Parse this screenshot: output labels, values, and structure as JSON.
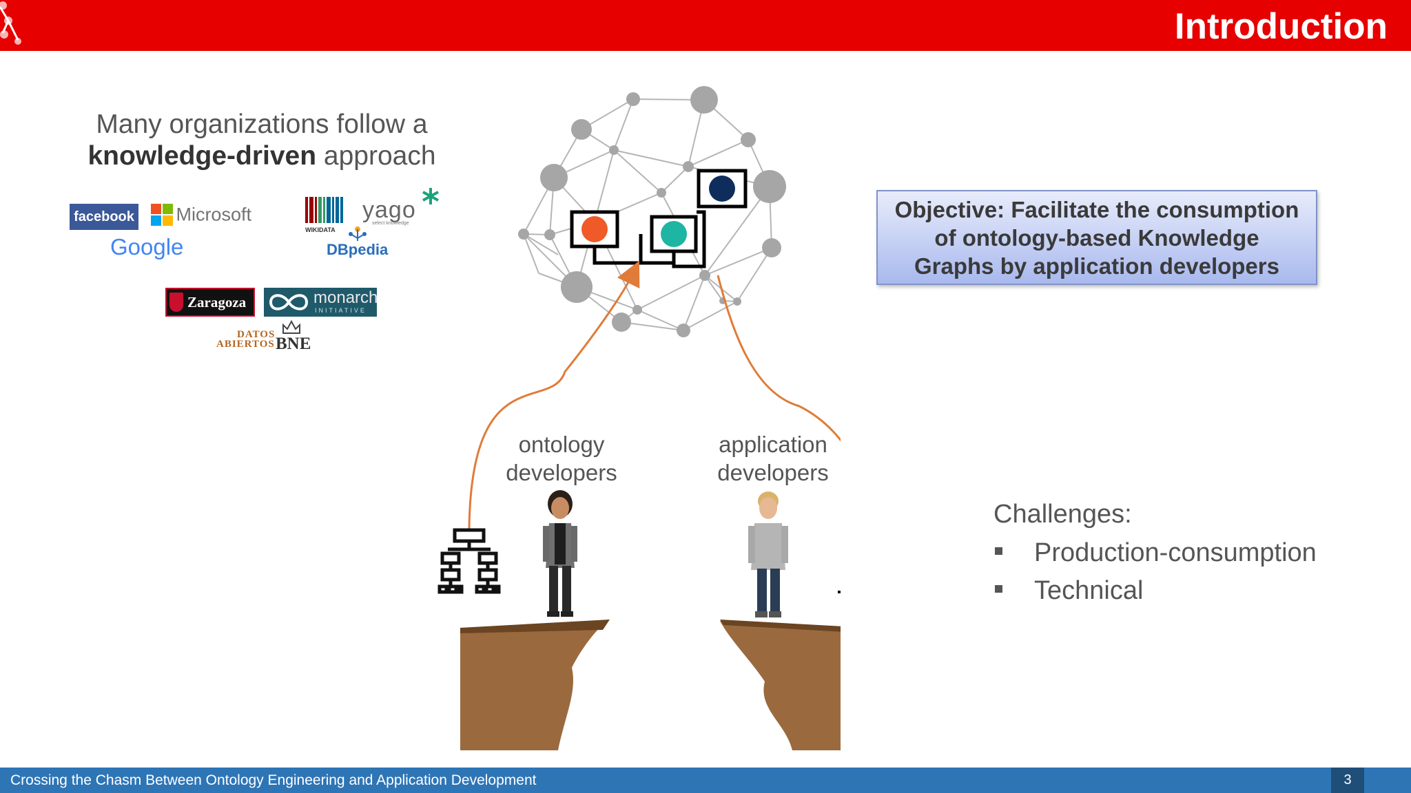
{
  "header": {
    "title": "Introduction"
  },
  "intro": {
    "line1": "Many organizations follow a",
    "bold": "knowledge-driven",
    "rest": " approach"
  },
  "logos": {
    "facebook": "facebook",
    "microsoft": "Microsoft",
    "google": "Google",
    "wikidata": "WIKIDATA",
    "yago": "yago",
    "yago_sub": "select knowledge",
    "dbpedia": "DBpedia",
    "zaragoza": "Zaragoza",
    "monarch": "monarch",
    "monarch_sub": "INITIATIVE",
    "datos1": "DATOS",
    "datos2": "ABIERTOS",
    "bne": "BNE"
  },
  "objective": {
    "line1": "Objective: Facilitate the consumption",
    "line2": "of ontology-based Knowledge",
    "line3": "Graphs by application developers"
  },
  "labels": {
    "ontology1": "ontology",
    "ontology2": "developers",
    "application1": "application",
    "application2": "developers"
  },
  "challenges": {
    "title": "Challenges:",
    "items": [
      "Production-consumption",
      "Technical"
    ]
  },
  "footer": {
    "text": "Crossing the Chasm Between Ontology Engineering and Application Development",
    "page": "3"
  },
  "colors": {
    "header": "#e60000",
    "footer": "#2e75b6",
    "arrow": "#e07b39",
    "node_orange": "#f05a28",
    "node_teal": "#1fb5a3",
    "node_navy": "#0f2d5c"
  },
  "icons": [
    "hierarchy-icon",
    "devices-gear-icon",
    "knowledge-graph-sphere"
  ]
}
